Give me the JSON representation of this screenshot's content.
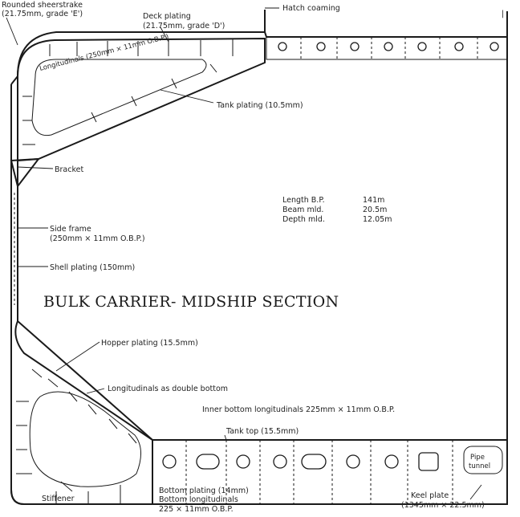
{
  "diagram": {
    "title": "BULK CARRIER- MIDSHIP SECTION",
    "labels": {
      "rounded_sheerstrake": "Rounded sheerstrake",
      "rounded_sheerstrake_spec": "(21.75mm, grade 'E')",
      "deck_plating": "Deck plating",
      "deck_plating_spec": "(21.75mm, grade 'D')",
      "hatch_coaming": "Hatch coaming",
      "longitudinals_upper": "Longitudinals (250mm × 11mm O.B.P.)",
      "tank_plating": "Tank plating (10.5mm)",
      "bracket": "Bracket",
      "side_frame": "Side frame",
      "side_frame_spec": "(250mm × 11mm O.B.P.)",
      "shell_plating": "Shell plating (150mm)",
      "hopper_plating": "Hopper plating (15.5mm)",
      "longitudinals_db": "Longitudinals as double bottom",
      "inner_bottom_longitudinals": "Inner bottom longitudinals 225mm × 11mm O.B.P.",
      "tank_top": "Tank top (15.5mm)",
      "pipe_tunnel_1": "Pipe",
      "pipe_tunnel_2": "tunnel",
      "stiffener": "Stiffener",
      "bottom_plating": "Bottom plating (14mm)",
      "bottom_longitudinals": "Bottom longitudinals",
      "bottom_longitudinals_spec": "225 × 11mm O.B.P.",
      "keel_plate": "Keel plate",
      "keel_plate_spec": "(1345mm × 22.5mm)"
    },
    "dimensions": [
      {
        "name": "Length B.P.",
        "value": "141m"
      },
      {
        "name": "Beam mld.",
        "value": "20.5m"
      },
      {
        "name": "Depth mld.",
        "value": "12.05m"
      }
    ]
  }
}
